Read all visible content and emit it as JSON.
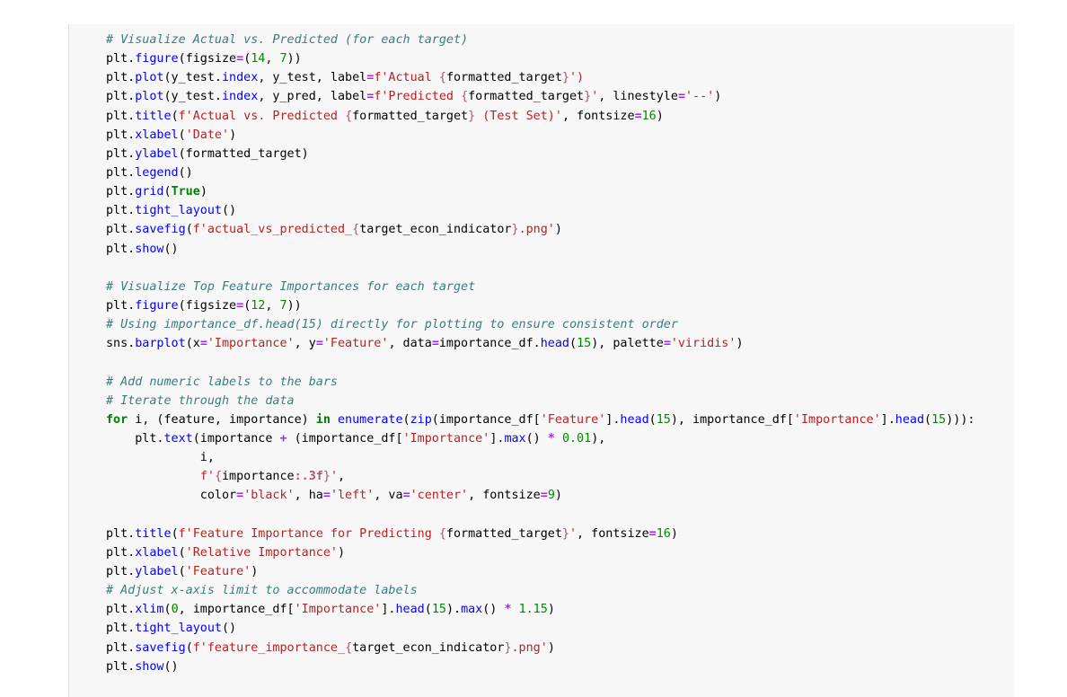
{
  "code_lines": [
    [
      {
        "t": "# Visualize Actual vs. Predicted (for each target)",
        "c": "cm"
      }
    ],
    [
      {
        "t": "plt."
      },
      {
        "t": "figure",
        "c": "fn"
      },
      {
        "t": "(figsize"
      },
      {
        "t": "=",
        "c": "eq"
      },
      {
        "t": "("
      },
      {
        "t": "14",
        "c": "num"
      },
      {
        "t": ", "
      },
      {
        "t": "7",
        "c": "num"
      },
      {
        "t": "))"
      }
    ],
    [
      {
        "t": "plt."
      },
      {
        "t": "plot",
        "c": "fn"
      },
      {
        "t": "(y_test."
      },
      {
        "t": "index",
        "c": "fn"
      },
      {
        "t": ", y_test, label"
      },
      {
        "t": "=",
        "c": "eq"
      },
      {
        "t": "f'Actual ",
        "c": "str"
      },
      {
        "t": "{",
        "c": "brace"
      },
      {
        "t": "formatted_target"
      },
      {
        "t": "}",
        "c": "brace"
      },
      {
        "t": "')",
        "c": "str"
      }
    ],
    [
      {
        "t": "plt."
      },
      {
        "t": "plot",
        "c": "fn"
      },
      {
        "t": "(y_test."
      },
      {
        "t": "index",
        "c": "fn"
      },
      {
        "t": ", y_pred, label"
      },
      {
        "t": "=",
        "c": "eq"
      },
      {
        "t": "f'Predicted ",
        "c": "str"
      },
      {
        "t": "{",
        "c": "brace"
      },
      {
        "t": "formatted_target"
      },
      {
        "t": "}",
        "c": "brace"
      },
      {
        "t": "'",
        "c": "str"
      },
      {
        "t": ", linestyle"
      },
      {
        "t": "=",
        "c": "eq"
      },
      {
        "t": "'--'",
        "c": "str"
      },
      {
        "t": ")"
      }
    ],
    [
      {
        "t": "plt."
      },
      {
        "t": "title",
        "c": "fn"
      },
      {
        "t": "("
      },
      {
        "t": "f'Actual vs. Predicted ",
        "c": "str"
      },
      {
        "t": "{",
        "c": "brace"
      },
      {
        "t": "formatted_target"
      },
      {
        "t": "}",
        "c": "brace"
      },
      {
        "t": " (Test Set)'",
        "c": "str"
      },
      {
        "t": ", fontsize"
      },
      {
        "t": "=",
        "c": "eq"
      },
      {
        "t": "16",
        "c": "num"
      },
      {
        "t": ")"
      }
    ],
    [
      {
        "t": "plt."
      },
      {
        "t": "xlabel",
        "c": "fn"
      },
      {
        "t": "("
      },
      {
        "t": "'Date'",
        "c": "str"
      },
      {
        "t": ")"
      }
    ],
    [
      {
        "t": "plt."
      },
      {
        "t": "ylabel",
        "c": "fn"
      },
      {
        "t": "(formatted_target)"
      }
    ],
    [
      {
        "t": "plt."
      },
      {
        "t": "legend",
        "c": "fn"
      },
      {
        "t": "()"
      }
    ],
    [
      {
        "t": "plt."
      },
      {
        "t": "grid",
        "c": "fn"
      },
      {
        "t": "("
      },
      {
        "t": "True",
        "c": "kwb"
      },
      {
        "t": ")"
      }
    ],
    [
      {
        "t": "plt."
      },
      {
        "t": "tight_layout",
        "c": "fn"
      },
      {
        "t": "()"
      }
    ],
    [
      {
        "t": "plt."
      },
      {
        "t": "savefig",
        "c": "fn"
      },
      {
        "t": "("
      },
      {
        "t": "f'actual_vs_predicted_",
        "c": "str"
      },
      {
        "t": "{",
        "c": "brace"
      },
      {
        "t": "target_econ_indicator"
      },
      {
        "t": "}",
        "c": "brace"
      },
      {
        "t": ".png'",
        "c": "str"
      },
      {
        "t": ")"
      }
    ],
    [
      {
        "t": "plt."
      },
      {
        "t": "show",
        "c": "fn"
      },
      {
        "t": "()"
      }
    ],
    [],
    [
      {
        "t": "# Visualize Top Feature Importances for each target",
        "c": "cm"
      }
    ],
    [
      {
        "t": "plt."
      },
      {
        "t": "figure",
        "c": "fn"
      },
      {
        "t": "(figsize"
      },
      {
        "t": "=",
        "c": "eq"
      },
      {
        "t": "("
      },
      {
        "t": "12",
        "c": "num"
      },
      {
        "t": ", "
      },
      {
        "t": "7",
        "c": "num"
      },
      {
        "t": "))"
      }
    ],
    [
      {
        "t": "# Using importance_df.head(15) directly for plotting to ensure consistent order",
        "c": "cm"
      }
    ],
    [
      {
        "t": "sns."
      },
      {
        "t": "barplot",
        "c": "fn"
      },
      {
        "t": "(x"
      },
      {
        "t": "=",
        "c": "eq"
      },
      {
        "t": "'Importance'",
        "c": "str"
      },
      {
        "t": ", y"
      },
      {
        "t": "=",
        "c": "eq"
      },
      {
        "t": "'Feature'",
        "c": "str"
      },
      {
        "t": ", data"
      },
      {
        "t": "=",
        "c": "eq"
      },
      {
        "t": "importance_df."
      },
      {
        "t": "head",
        "c": "fn"
      },
      {
        "t": "("
      },
      {
        "t": "15",
        "c": "num"
      },
      {
        "t": "), palette"
      },
      {
        "t": "=",
        "c": "eq"
      },
      {
        "t": "'viridis'",
        "c": "str"
      },
      {
        "t": ")"
      }
    ],
    [],
    [
      {
        "t": "# Add numeric labels to the bars",
        "c": "cm"
      }
    ],
    [
      {
        "t": "# Iterate through the data",
        "c": "cm"
      }
    ],
    [
      {
        "t": "for",
        "c": "kw"
      },
      {
        "t": " i, (feature, importance) "
      },
      {
        "t": "in",
        "c": "kw"
      },
      {
        "t": " "
      },
      {
        "t": "enumerate",
        "c": "fn"
      },
      {
        "t": "("
      },
      {
        "t": "zip",
        "c": "fn"
      },
      {
        "t": "(importance_df["
      },
      {
        "t": "'Feature'",
        "c": "str"
      },
      {
        "t": "]."
      },
      {
        "t": "head",
        "c": "fn"
      },
      {
        "t": "("
      },
      {
        "t": "15",
        "c": "num"
      },
      {
        "t": "), importance_df["
      },
      {
        "t": "'Importance'",
        "c": "str"
      },
      {
        "t": "]."
      },
      {
        "t": "head",
        "c": "fn"
      },
      {
        "t": "("
      },
      {
        "t": "15",
        "c": "num"
      },
      {
        "t": "))):"
      }
    ],
    [
      {
        "t": "    plt."
      },
      {
        "t": "text",
        "c": "fn"
      },
      {
        "t": "(importance "
      },
      {
        "t": "+",
        "c": "eq"
      },
      {
        "t": " (importance_df["
      },
      {
        "t": "'Importance'",
        "c": "str"
      },
      {
        "t": "]."
      },
      {
        "t": "max",
        "c": "fn"
      },
      {
        "t": "() "
      },
      {
        "t": "*",
        "c": "eq"
      },
      {
        "t": " "
      },
      {
        "t": "0.01",
        "c": "num"
      },
      {
        "t": "),"
      }
    ],
    [
      {
        "t": "             i,"
      }
    ],
    [
      {
        "t": "             "
      },
      {
        "t": "f'",
        "c": "str"
      },
      {
        "t": "{",
        "c": "brace"
      },
      {
        "t": "importance"
      },
      {
        "t": ":.3f",
        "c": "fmt"
      },
      {
        "t": "}",
        "c": "brace"
      },
      {
        "t": "'",
        "c": "str"
      },
      {
        "t": ","
      }
    ],
    [
      {
        "t": "             color"
      },
      {
        "t": "=",
        "c": "eq"
      },
      {
        "t": "'black'",
        "c": "str"
      },
      {
        "t": ", ha"
      },
      {
        "t": "=",
        "c": "eq"
      },
      {
        "t": "'left'",
        "c": "str"
      },
      {
        "t": ", va"
      },
      {
        "t": "=",
        "c": "eq"
      },
      {
        "t": "'center'",
        "c": "str"
      },
      {
        "t": ", fontsize"
      },
      {
        "t": "=",
        "c": "eq"
      },
      {
        "t": "9",
        "c": "num"
      },
      {
        "t": ")"
      }
    ],
    [],
    [
      {
        "t": "plt."
      },
      {
        "t": "title",
        "c": "fn"
      },
      {
        "t": "("
      },
      {
        "t": "f'Feature Importance for Predicting ",
        "c": "str"
      },
      {
        "t": "{",
        "c": "brace"
      },
      {
        "t": "formatted_target"
      },
      {
        "t": "}",
        "c": "brace"
      },
      {
        "t": "'",
        "c": "str"
      },
      {
        "t": ", fontsize"
      },
      {
        "t": "=",
        "c": "eq"
      },
      {
        "t": "16",
        "c": "num"
      },
      {
        "t": ")"
      }
    ],
    [
      {
        "t": "plt."
      },
      {
        "t": "xlabel",
        "c": "fn"
      },
      {
        "t": "("
      },
      {
        "t": "'Relative Importance'",
        "c": "str"
      },
      {
        "t": ")"
      }
    ],
    [
      {
        "t": "plt."
      },
      {
        "t": "ylabel",
        "c": "fn"
      },
      {
        "t": "("
      },
      {
        "t": "'Feature'",
        "c": "str"
      },
      {
        "t": ")"
      }
    ],
    [
      {
        "t": "# Adjust x-axis limit to accommodate labels",
        "c": "cm"
      }
    ],
    [
      {
        "t": "plt."
      },
      {
        "t": "xlim",
        "c": "fn"
      },
      {
        "t": "("
      },
      {
        "t": "0",
        "c": "num"
      },
      {
        "t": ", importance_df["
      },
      {
        "t": "'Importance'",
        "c": "str"
      },
      {
        "t": "]."
      },
      {
        "t": "head",
        "c": "fn"
      },
      {
        "t": "("
      },
      {
        "t": "15",
        "c": "num"
      },
      {
        "t": ")."
      },
      {
        "t": "max",
        "c": "fn"
      },
      {
        "t": "() "
      },
      {
        "t": "*",
        "c": "eq"
      },
      {
        "t": " "
      },
      {
        "t": "1.15",
        "c": "num"
      },
      {
        "t": ")"
      }
    ],
    [
      {
        "t": "plt."
      },
      {
        "t": "tight_layout",
        "c": "fn"
      },
      {
        "t": "()"
      }
    ],
    [
      {
        "t": "plt."
      },
      {
        "t": "savefig",
        "c": "fn"
      },
      {
        "t": "("
      },
      {
        "t": "f'feature_importance_",
        "c": "str"
      },
      {
        "t": "{",
        "c": "brace"
      },
      {
        "t": "target_econ_indicator"
      },
      {
        "t": "}",
        "c": "brace"
      },
      {
        "t": ".png'",
        "c": "str"
      },
      {
        "t": ")"
      }
    ],
    [
      {
        "t": "plt."
      },
      {
        "t": "show",
        "c": "fn"
      },
      {
        "t": "()"
      }
    ]
  ]
}
